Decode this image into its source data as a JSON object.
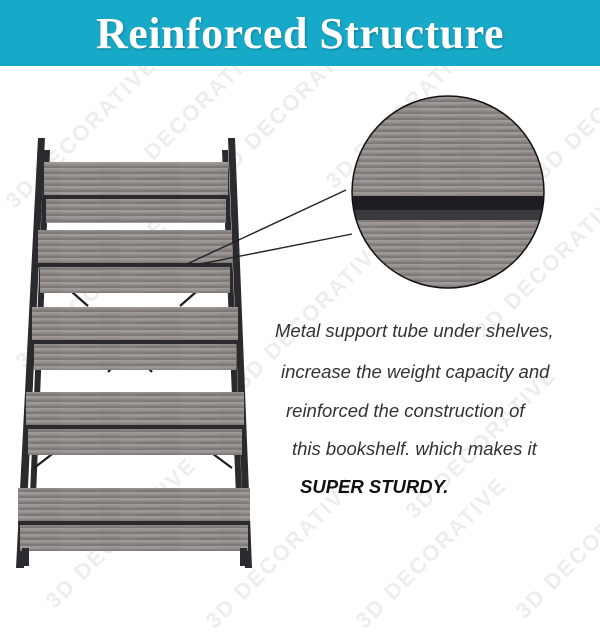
{
  "header": {
    "title": "Reinforced Structure",
    "background_color": "#17a9c8",
    "text_color": "#ffffff"
  },
  "watermark": {
    "text": "3D DECORATIVE",
    "copyright_symbol": "©"
  },
  "product": {
    "name": "5-tier ladder bookshelf",
    "tiers": 5,
    "wood_color": "#8f8a88",
    "frame_color": "#2b2a2e"
  },
  "zoom_callout": {
    "label": "metal support tube close-up",
    "tube_color": "#1e1d22"
  },
  "description": {
    "lines": [
      "Metal support tube under shelves,",
      "increase the weight capacity and",
      "reinforced the construction of",
      "this bookshelf. which makes it"
    ],
    "emphasis": "SUPER STURDY."
  }
}
